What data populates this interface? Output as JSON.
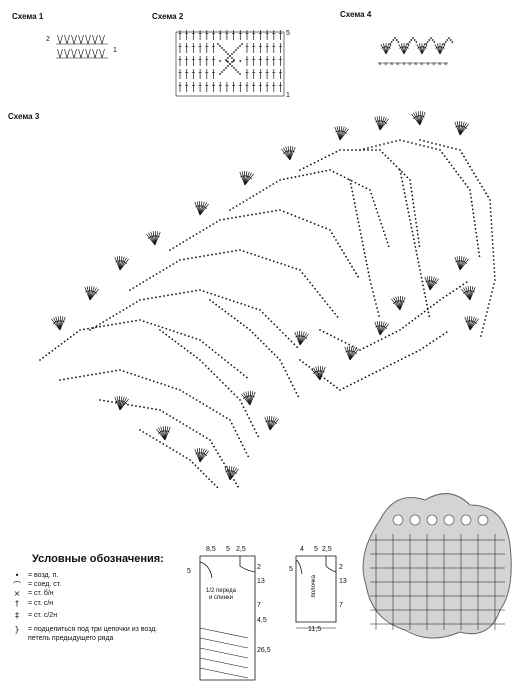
{
  "schemes": {
    "s1": "Схема 1",
    "s2": "Схема 2",
    "s3": "Схема 3",
    "s4": "Схема 4"
  },
  "scheme1_rows": {
    "r1": "1",
    "r2": "2"
  },
  "scheme2_rows": {
    "r1": "1",
    "r5": "5"
  },
  "legend": {
    "title": "Условные обозначения:",
    "items": [
      {
        "sym": "•",
        "text": "= возд. п."
      },
      {
        "sym": "⌒",
        "text": "= соед. ст."
      },
      {
        "sym": "×",
        "text": "= ст. б/н"
      },
      {
        "sym": "†",
        "text": "= ст. с/н"
      },
      {
        "sym": "‡",
        "text": "= ст. с/2н"
      },
      {
        "sym": "}",
        "text": "= подцепиться под три цепочки из возд. петель предыдущего ряда"
      }
    ]
  },
  "pattern_back": {
    "top": "8,5",
    "top2": "5",
    "top3": "2,5",
    "left": "5",
    "r1": "2",
    "r2": "13",
    "r3": "7",
    "r4": "4,5",
    "r5": "26,5",
    "label": "1/2 переда и спинки"
  },
  "pattern_sleeve": {
    "top": "4",
    "top2": "5",
    "top3": "2,5",
    "left": "5",
    "r1": "2",
    "r2": "13",
    "r3": "7",
    "bottom": "11,5",
    "label": "полочка"
  },
  "colors": {
    "ink": "#111111",
    "card": "#d4d4d4",
    "grid": "#888888"
  },
  "icons": [
    "chain-stitch-icon",
    "slip-stitch-icon",
    "single-crochet-icon",
    "double-crochet-icon",
    "treble-crochet-icon",
    "join-under-chains-icon"
  ]
}
